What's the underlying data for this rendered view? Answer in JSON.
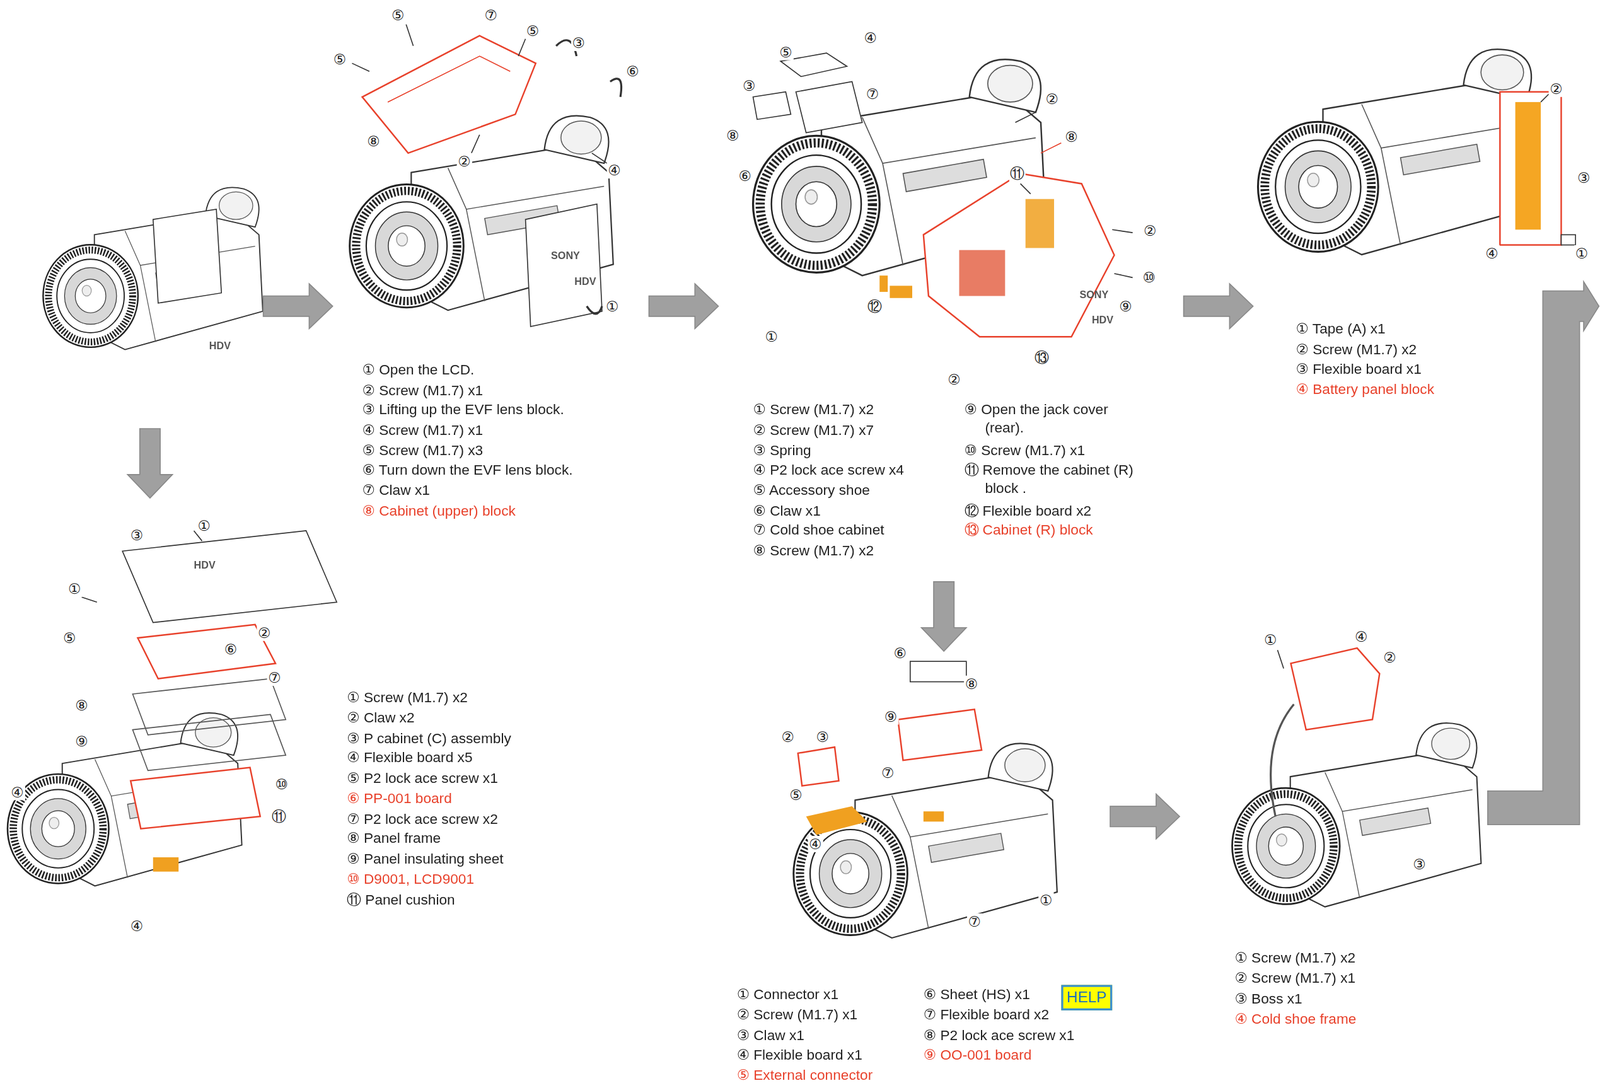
{
  "diagram": {
    "nodes": [
      {
        "text": [
          "HELP"
        ]
      }
    ],
    "labels": [
      "HDV",
      "⑤",
      "⑦",
      "⑤",
      "③",
      "⑥",
      "⑤",
      "⑧",
      "②",
      "④",
      "①",
      "SONY",
      "HDV",
      "① Open the LCD.",
      "② Screw (M1.7) x1",
      "③ Lifting up the EVF lens block.",
      "④ Screw (M1.7) x1",
      "⑤ Screw (M1.7) x3",
      "⑥ Turn down the EVF lens block.",
      "⑦ Claw x1",
      "⑧ Cabinet (upper) block",
      "⑤",
      "④",
      "③",
      "⑦",
      "⑧",
      "⑥",
      "②",
      "⑧",
      "⑪",
      "②",
      "⑩",
      "⑨",
      "⑫",
      "①",
      "⑬",
      "②",
      "SONY",
      "HDV",
      "① Screw (M1.7) x2",
      "② Screw (M1.7) x7",
      "③ Spring",
      "④ P2 lock ace screw x4",
      "⑤ Accessory shoe",
      "⑥ Claw x1",
      "⑦ Cold shoe cabinet",
      "⑧ Screw (M1.7) x2",
      "⑨ Open the jack cover (rear).",
      "⑩ Screw (M1.7) x1",
      "⑪ Remove the cabinet (R) block .",
      "⑫ Flexible board x2",
      "⑬ Cabinet (R) block",
      "②",
      "③",
      "④",
      "①",
      "① Tape (A) x1",
      "② Screw (M1.7) x2",
      "③ Flexible board x1",
      "④ Battery panel block",
      "①",
      "③",
      "①",
      "⑤",
      "②",
      "⑥",
      "⑦",
      "⑧",
      "⑨",
      "⑩",
      "④",
      "⑪",
      "④",
      "HDV",
      "① Screw (M1.7) x2",
      "② Claw x2",
      "③ P cabinet (C) assembly",
      "④ Flexible board x5",
      "⑤ P2 lock ace screw x1",
      "⑥ PP-001 board",
      "⑦ P2 lock ace screw x2",
      "⑧ Panel frame",
      "⑨ Panel insulating sheet",
      "⑩ D9001, LCD9001",
      "⑪ Panel cushion",
      "⑥",
      "⑧",
      "⑨",
      "②",
      "③",
      "⑤",
      "⑦",
      "④",
      "①",
      "⑦",
      "① Connector x1",
      "② Screw (M1.7) x1",
      "③ Claw x1",
      "④ Flexible board x1",
      "⑤ External connector",
      "⑥ Sheet (HS) x1",
      "⑦ Flexible board x2",
      "⑧ P2 lock ace screw x1",
      "⑨ OO-001 board",
      "①",
      "④",
      "②",
      "③",
      "① Screw (M1.7) x2",
      "② Screw (M1.7) x1",
      "③ Boss x1",
      "④ Cold shoe frame"
    ]
  }
}
